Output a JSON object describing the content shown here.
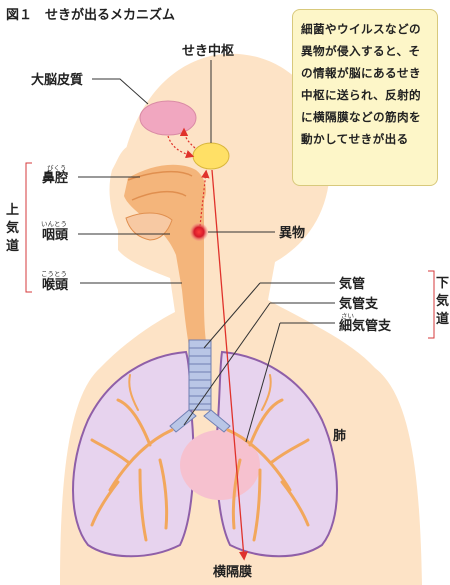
{
  "title": "図１　せきが出るメカニズム",
  "note": "細菌やウイルスなどの異物が侵入すると、その情報が脳にあるせき中枢に送られ、反射的に横隔膜などの筋肉を動かしてせきが出る",
  "labels": {
    "cerebral_cortex": "大脳皮質",
    "cough_center": "せき中枢",
    "nasal_cavity": "鼻腔",
    "nasal_cavity_ruby": "びくう",
    "pharynx": "咽頭",
    "pharynx_ruby": "いんとう",
    "larynx": "喉頭",
    "larynx_ruby": "こうとう",
    "foreign_body": "異物",
    "trachea": "気管",
    "bronchus": "気管支",
    "bronchiole": "細気管支",
    "bronchiole_ruby": "さい",
    "lung": "肺",
    "diaphragm": "横隔膜",
    "upper_airway": "上気道",
    "lower_airway": "下気道"
  },
  "colors": {
    "body_skin": "#fde3c6",
    "airway": "#f4b57b",
    "brain": "#f1a7c0",
    "cough_center": "#ffe066",
    "foreign_body": "#d51a2a",
    "lung_fill": "#e7d3ee",
    "lung_edge": "#8f5fa8",
    "trachea": "#b9c6e6",
    "stomach": "#f6c1cf",
    "nerve_line": "#e0322b",
    "note_bg": "#fdf6c8"
  }
}
